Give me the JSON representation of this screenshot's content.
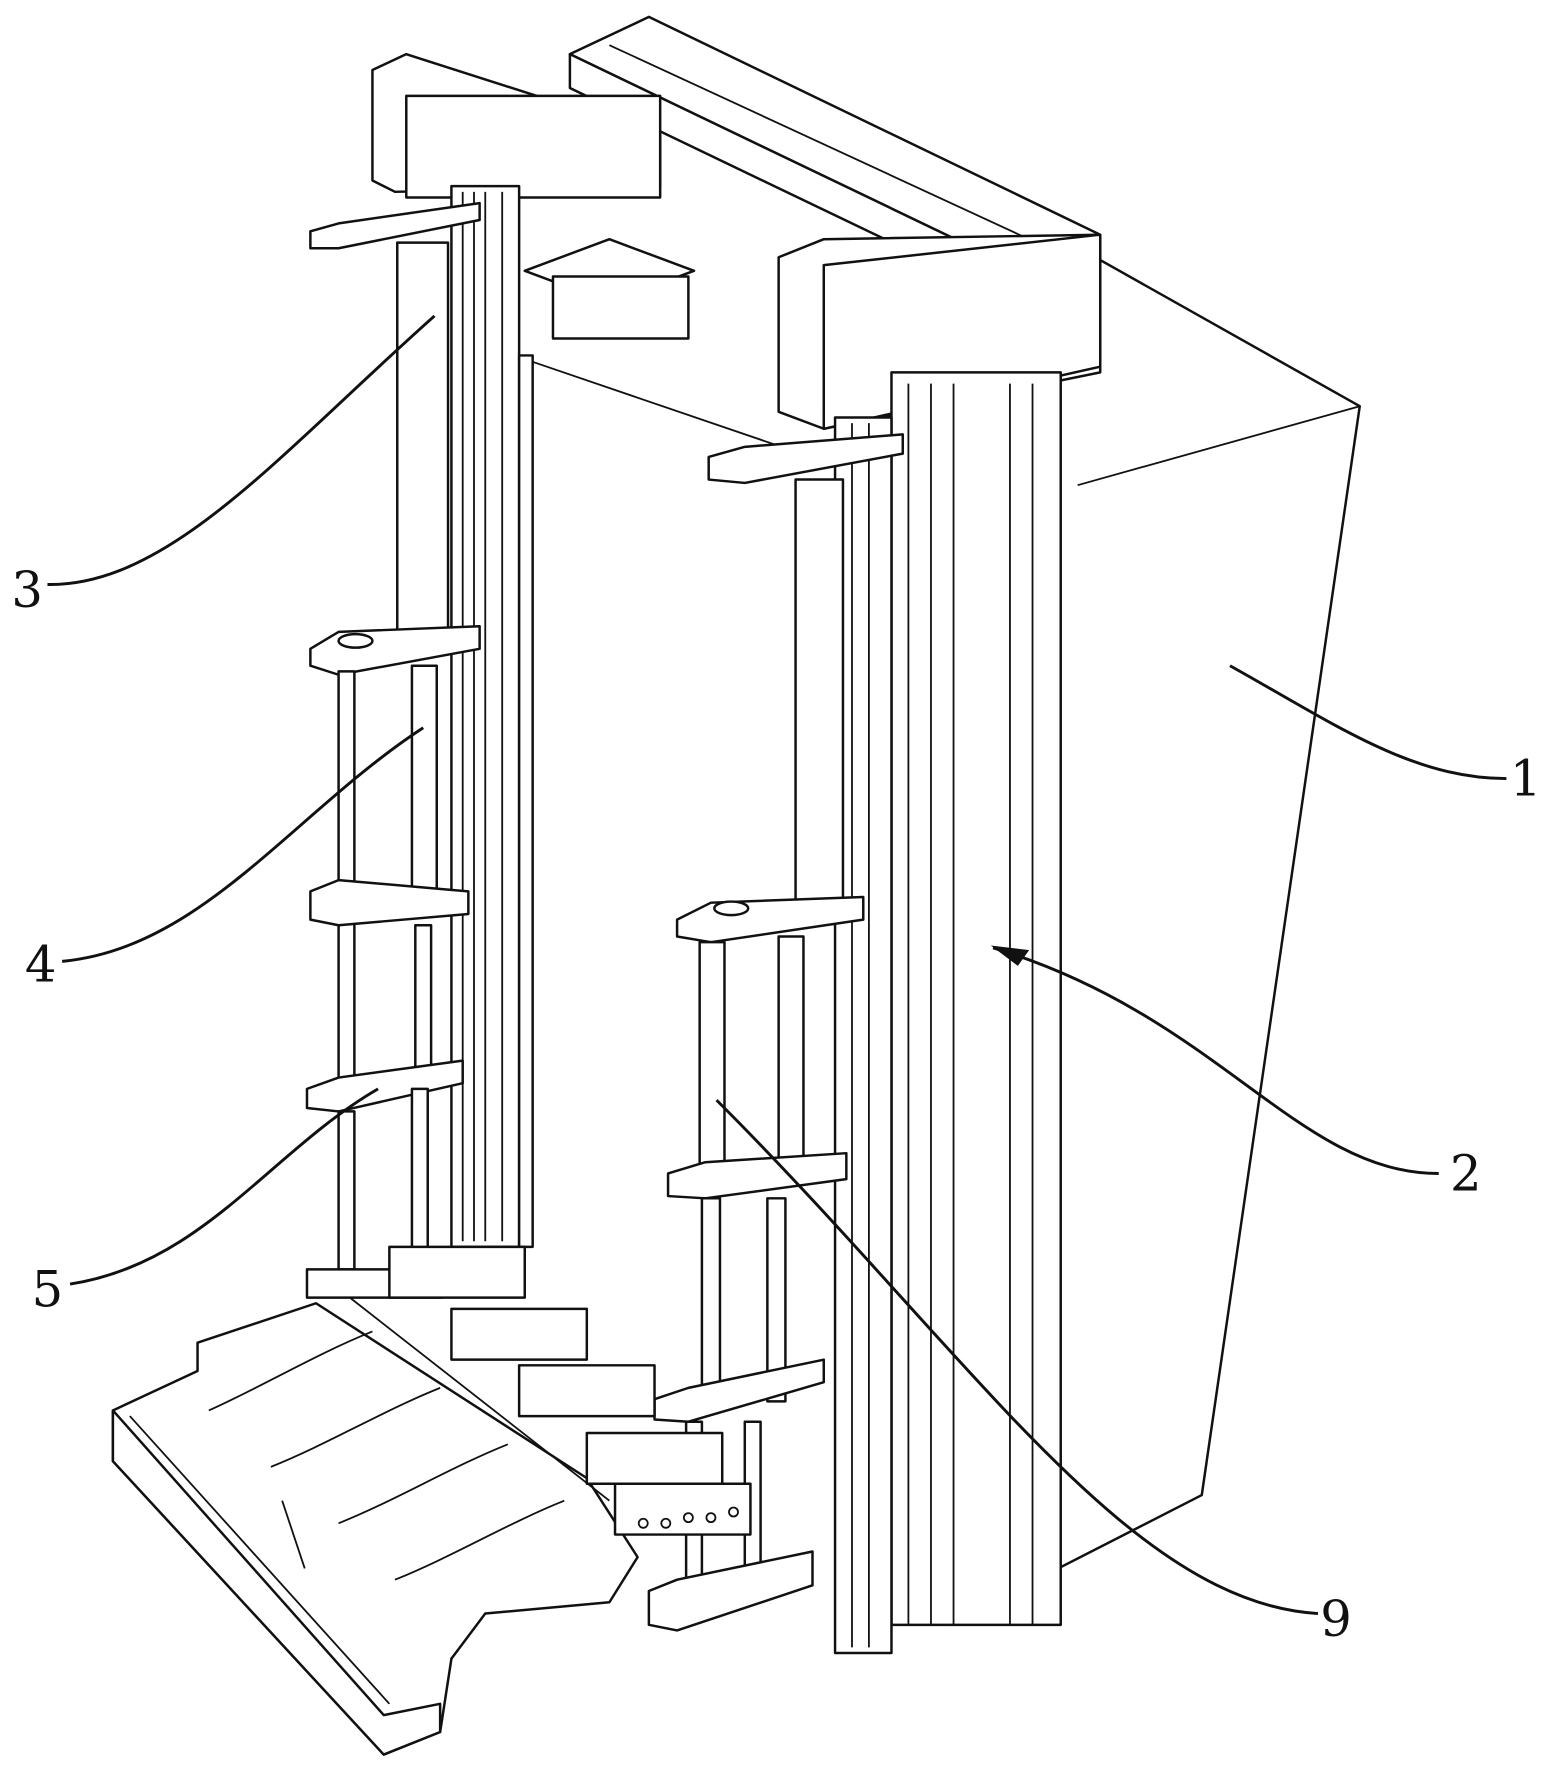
{
  "figure": {
    "labels": {
      "cabinet": "1",
      "frame": "2",
      "cylinder": "3",
      "guide_rod": "4",
      "plate": "5",
      "tray_assembly": "9"
    }
  }
}
